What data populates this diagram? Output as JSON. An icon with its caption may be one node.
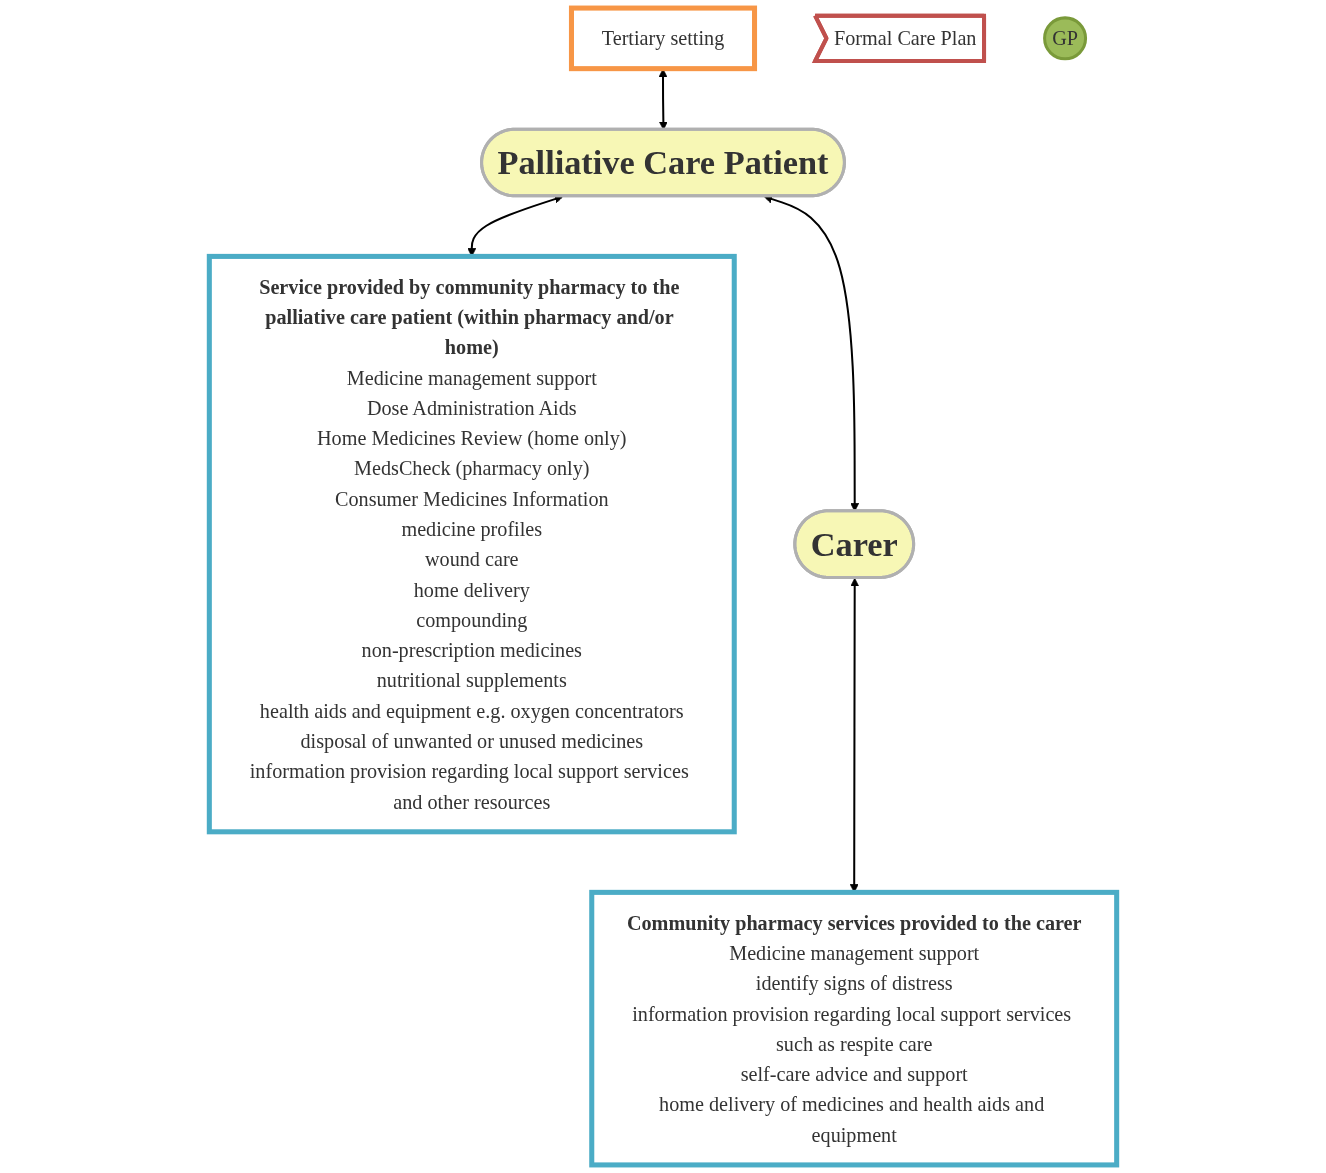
{
  "diagram": {
    "nodes": [
      {
        "text": [
          "Tertiary setting"
        ]
      },
      {
        "text": [
          "Formal Care Plan"
        ]
      },
      {
        "text": [
          "GP"
        ]
      },
      {
        "text": [
          "Palliative Care Patient"
        ]
      },
      {
        "text": [
          "Service provided by community pharmacy to the palliative care patient (within pharmacy and/or home)",
          "Medicine management support",
          "Dose Administration Aids",
          "Home Medicines Review (home only)",
          "MedsCheck (pharmacy only)",
          "Consumer Medicines Information",
          "medicine profiles",
          "wound care",
          "home delivery",
          "compounding",
          "non-prescription medicines",
          "nutritional supplements",
          "health aids and equipment e.g. oxygen concentrators",
          "disposal of unwanted or unused medicines",
          "information provision regarding local support services and other resources"
        ]
      },
      {
        "text": [
          "Carer"
        ]
      },
      {
        "text": [
          "Community pharmacy services provided to the carer",
          "Medicine management support",
          "identify signs of distress",
          "information provision regarding local support services such as respite care",
          "self-care advice and support",
          "home delivery of medicines and health aids and equipment"
        ]
      }
    ],
    "edges": [
      {
        "from": 0,
        "to": 3,
        "arrow": "both"
      },
      {
        "from": 3,
        "to": 4,
        "arrow": "both"
      },
      {
        "from": 3,
        "to": 5,
        "arrow": "both"
      },
      {
        "from": 5,
        "to": 6,
        "arrow": "both"
      }
    ]
  }
}
